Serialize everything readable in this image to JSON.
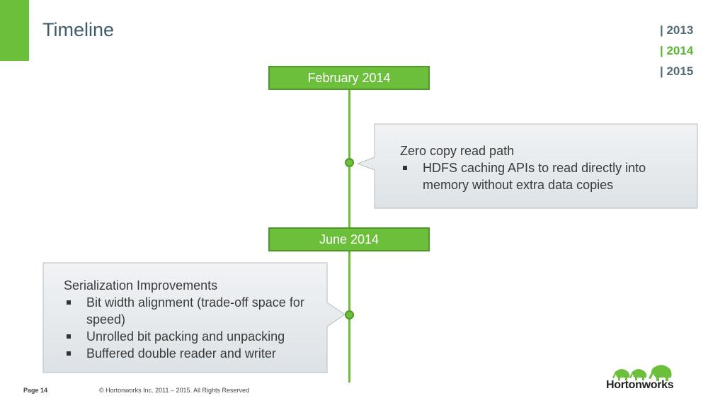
{
  "slide": {
    "title": "Timeline",
    "years": [
      "| 2013",
      "| 2014",
      "| 2015"
    ],
    "active_year_index": 1
  },
  "timeline": {
    "dates": [
      "February 2014",
      "June 2014"
    ],
    "callouts": [
      {
        "heading": "Zero copy read path",
        "bullets": [
          "HDFS caching APIs to read directly into memory without extra data copies"
        ]
      },
      {
        "heading": "Serialization Improvements",
        "bullets": [
          "Bit width alignment (trade-off space for speed)",
          "Unrolled bit packing and unpacking",
          "Buffered double reader and writer"
        ]
      }
    ]
  },
  "footer": {
    "page": "Page 14",
    "copyright": "© Hortonworks Inc. 2011 – 2015. All Rights Reserved"
  },
  "logo": {
    "text": "Hortonworks",
    "icon": "elephants-icon"
  },
  "colors": {
    "accent": "#6cbf3a",
    "title": "#3f5b6b",
    "callout_fill": "#e4e8eb",
    "callout_stroke": "#b5bcc2"
  }
}
